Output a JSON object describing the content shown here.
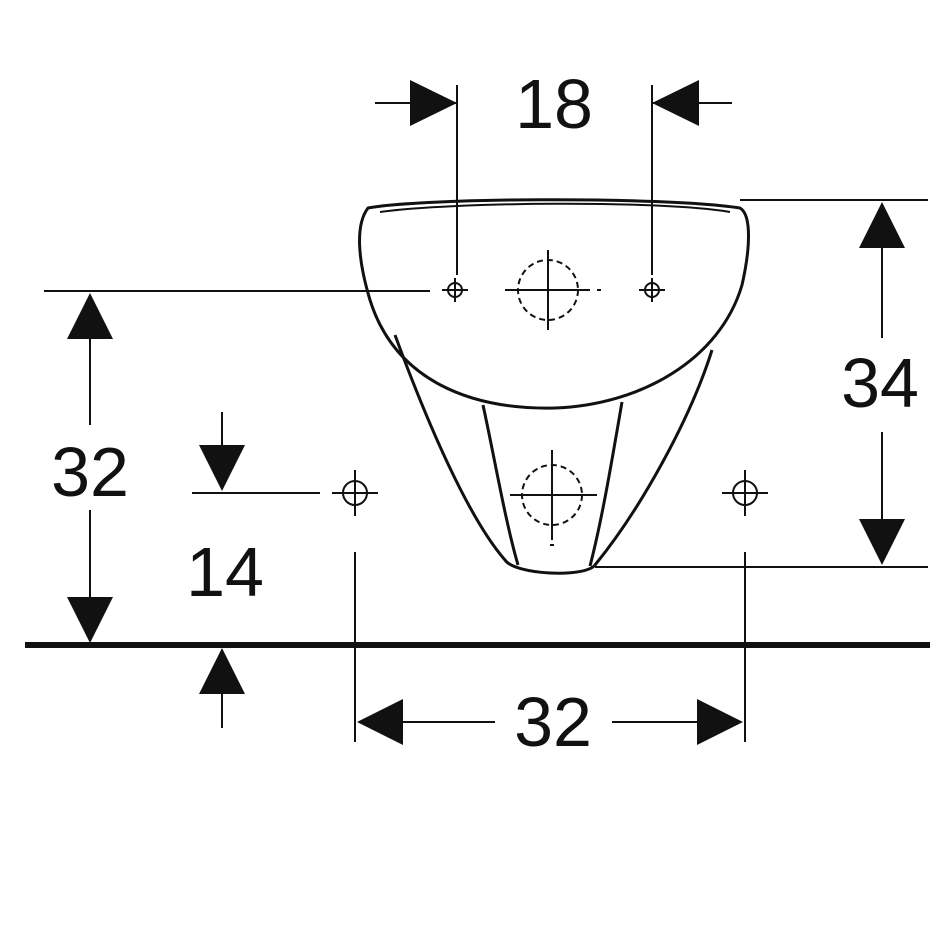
{
  "dimensions": {
    "top_spacing": "18",
    "right_height": "34",
    "left_height": "32",
    "left_small": "14",
    "bottom_spacing": "32"
  },
  "colors": {
    "ink": "#111111",
    "background": "#ffffff"
  }
}
